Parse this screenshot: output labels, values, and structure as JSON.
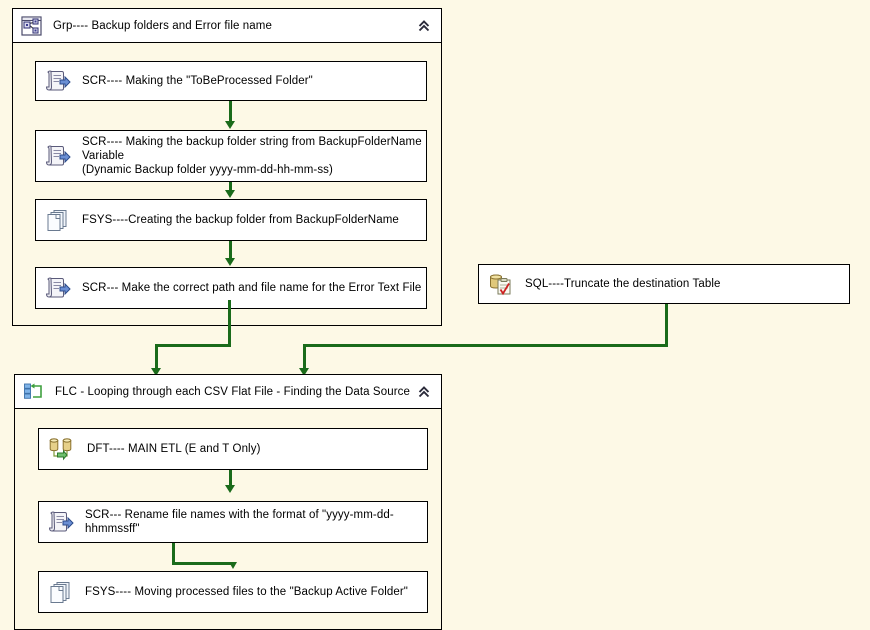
{
  "diagram": {
    "title": "SSIS Control Flow",
    "background_color": "#FDF9E6",
    "connector_color": "#1A6B1A",
    "box_fill": "#FFFFFF",
    "border_color": "#000000"
  },
  "containers": [
    {
      "id": "grp",
      "icon": "sequence-container-icon",
      "title": "Grp---- Backup folders and Error file name",
      "collapse_icon": "chevron-double-up-icon",
      "tasks": [
        {
          "id": "scr-tobeprocessed",
          "icon": "script-task-icon",
          "label": "SCR---- Making the \"ToBeProcessed Folder\""
        },
        {
          "id": "scr-backupfolderstring",
          "icon": "script-task-icon",
          "label": "SCR---- Making the backup folder string from BackupFolderName Variable\n(Dynamic Backup folder yyyy-mm-dd-hh-mm-ss)"
        },
        {
          "id": "fsys-create-backup",
          "icon": "file-system-task-icon",
          "label": "FSYS----Creating the backup folder from BackupFolderName"
        },
        {
          "id": "scr-error-text-path",
          "icon": "script-task-icon",
          "label": "SCR--- Make the correct path and file name for the Error Text File"
        }
      ]
    },
    {
      "id": "flc",
      "icon": "foreach-loop-container-icon",
      "title": "FLC - Looping through each CSV Flat File - Finding the Data Source",
      "collapse_icon": "chevron-double-up-icon",
      "tasks": [
        {
          "id": "dft-main-etl",
          "icon": "data-flow-task-icon",
          "label": "DFT---- MAIN ETL (E and T Only)"
        },
        {
          "id": "scr-rename-files",
          "icon": "script-task-icon",
          "label": "SCR--- Rename file names with the format of \"yyyy-mm-dd-hhmmssff\""
        },
        {
          "id": "fsys-move-processed",
          "icon": "file-system-task-icon",
          "label": "FSYS---- Moving processed files to the \"Backup Active Folder\""
        }
      ]
    }
  ],
  "standalone_tasks": [
    {
      "id": "sql-truncate",
      "icon": "execute-sql-task-icon",
      "label": "SQL----Truncate the destination Table"
    }
  ]
}
